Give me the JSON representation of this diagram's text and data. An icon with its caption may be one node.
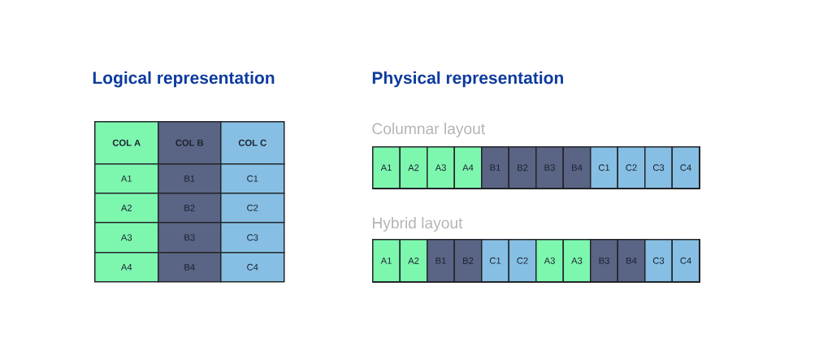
{
  "diagram": {
    "nodes": [
      {
        "text": [
          "COL A"
        ]
      },
      {
        "text": [
          "COL B"
        ]
      },
      {
        "text": [
          "COL C"
        ]
      },
      {
        "text": [
          "A1"
        ]
      },
      {
        "text": [
          "B1"
        ]
      },
      {
        "text": [
          "C1"
        ]
      },
      {
        "text": [
          "A2"
        ]
      },
      {
        "text": [
          "B2"
        ]
      },
      {
        "text": [
          "C2"
        ]
      },
      {
        "text": [
          "A3"
        ]
      },
      {
        "text": [
          "B3"
        ]
      },
      {
        "text": [
          "C3"
        ]
      },
      {
        "text": [
          "A4"
        ]
      },
      {
        "text": [
          "B4"
        ]
      },
      {
        "text": [
          "C4"
        ]
      },
      {
        "text": [
          "Columnar layout"
        ]
      },
      {
        "text": [
          "A1"
        ],
        "in": 15
      },
      {
        "text": [
          "A2"
        ],
        "in": 15
      },
      {
        "text": [
          "A3"
        ],
        "in": 15
      },
      {
        "text": [
          "A4"
        ],
        "in": 15
      },
      {
        "text": [
          "B1"
        ],
        "in": 15
      },
      {
        "text": [
          "B2"
        ],
        "in": 15
      },
      {
        "text": [
          "B3"
        ],
        "in": 15
      },
      {
        "text": [
          "B4"
        ],
        "in": 15
      },
      {
        "text": [
          "C1"
        ],
        "in": 15
      },
      {
        "text": [
          "C2"
        ],
        "in": 15
      },
      {
        "text": [
          "C3"
        ],
        "in": 15
      },
      {
        "text": [
          "C4"
        ],
        "in": 15
      },
      {
        "text": [
          "Hybrid layout"
        ]
      },
      {
        "text": [
          "A1"
        ],
        "in": 28
      },
      {
        "text": [
          "A2"
        ],
        "in": 28
      },
      {
        "text": [
          "B1"
        ],
        "in": 28
      },
      {
        "text": [
          "B2"
        ],
        "in": 28
      },
      {
        "text": [
          "C1"
        ],
        "in": 28
      },
      {
        "text": [
          "C2"
        ],
        "in": 28
      },
      {
        "text": [
          "A3"
        ],
        "in": 28
      },
      {
        "text": [
          "A3"
        ],
        "in": 28
      },
      {
        "text": [
          "B3"
        ],
        "in": 28
      },
      {
        "text": [
          "B4"
        ],
        "in": 28
      },
      {
        "text": [
          "C3"
        ],
        "in": 28
      },
      {
        "text": [
          "C4"
        ],
        "in": 28
      }
    ],
    "labels": [
      "Logical representation",
      "Physical representation"
    ]
  }
}
